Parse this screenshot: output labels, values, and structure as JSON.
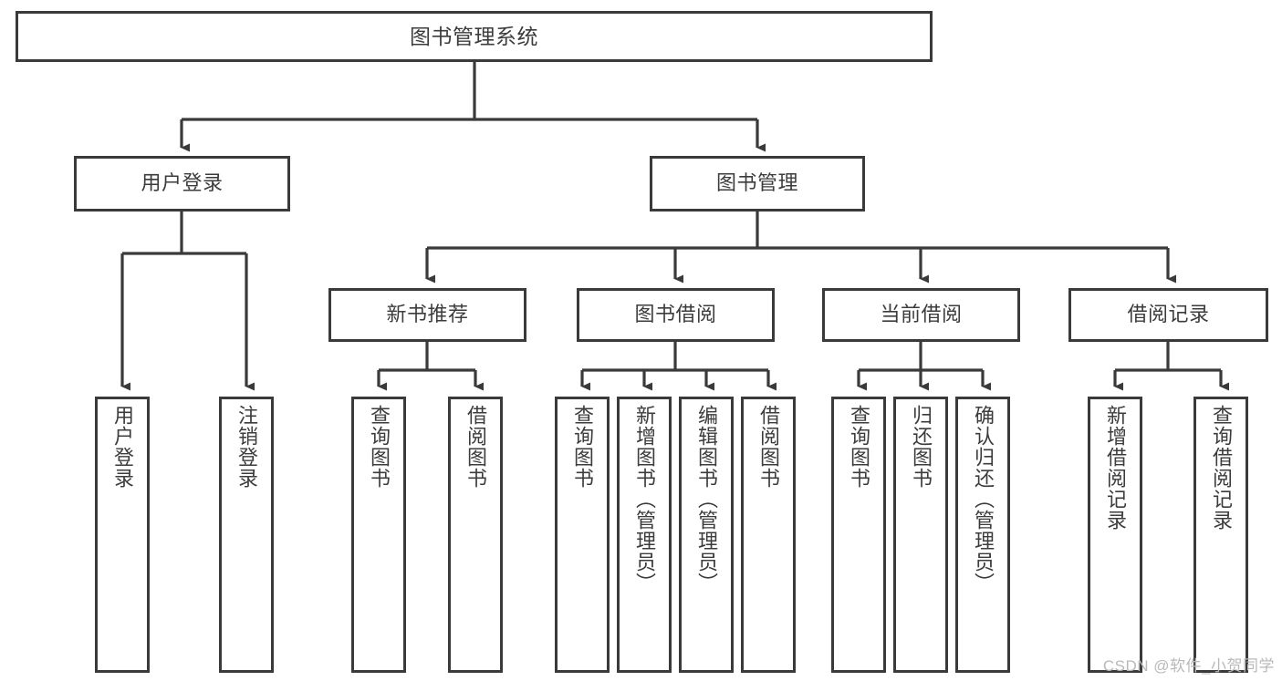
{
  "diagram": {
    "type": "tree-hierarchy",
    "title": "图书管理系统",
    "orientation": "top-down",
    "line_color": "#3a3a3a",
    "box_fill": "#ffffff",
    "text_color": "#3c3c3c",
    "watermark": "CSDN @软件_小贺同学"
  },
  "nodes": {
    "root": {
      "label": "图书管理系统",
      "level": 1
    },
    "level2": [
      {
        "id": "user-login",
        "label": "用户登录"
      },
      {
        "id": "book-manage",
        "label": "图书管理"
      }
    ],
    "level3": [
      {
        "id": "new-book-recommend",
        "label": "新书推荐",
        "parent": "book-manage"
      },
      {
        "id": "book-borrow",
        "label": "图书借阅",
        "parent": "book-manage"
      },
      {
        "id": "current-borrow",
        "label": "当前借阅",
        "parent": "book-manage"
      },
      {
        "id": "borrow-record",
        "label": "借阅记录",
        "parent": "book-manage"
      }
    ],
    "leaves": {
      "user-login": [
        {
          "id": "leaf-user-login",
          "label": "用户登录"
        },
        {
          "id": "leaf-logout",
          "label": "注销登录"
        }
      ],
      "new-book-recommend": [
        {
          "id": "leaf-query-book-1",
          "label": "查询图书"
        },
        {
          "id": "leaf-borrow-book-1",
          "label": "借阅图书"
        }
      ],
      "book-borrow": [
        {
          "id": "leaf-query-book-2",
          "label": "查询图书"
        },
        {
          "id": "leaf-add-book",
          "label": "新增图书（管理员）"
        },
        {
          "id": "leaf-edit-book",
          "label": "编辑图书（管理员）"
        },
        {
          "id": "leaf-borrow-book-2",
          "label": "借阅图书"
        }
      ],
      "current-borrow": [
        {
          "id": "leaf-query-book-3",
          "label": "查询图书"
        },
        {
          "id": "leaf-return-book",
          "label": "归还图书"
        },
        {
          "id": "leaf-confirm-return",
          "label": "确认归还（管理员）"
        }
      ],
      "borrow-record": [
        {
          "id": "leaf-add-record",
          "label": "新增借阅记录"
        },
        {
          "id": "leaf-query-record",
          "label": "查询借阅记录"
        }
      ]
    }
  }
}
